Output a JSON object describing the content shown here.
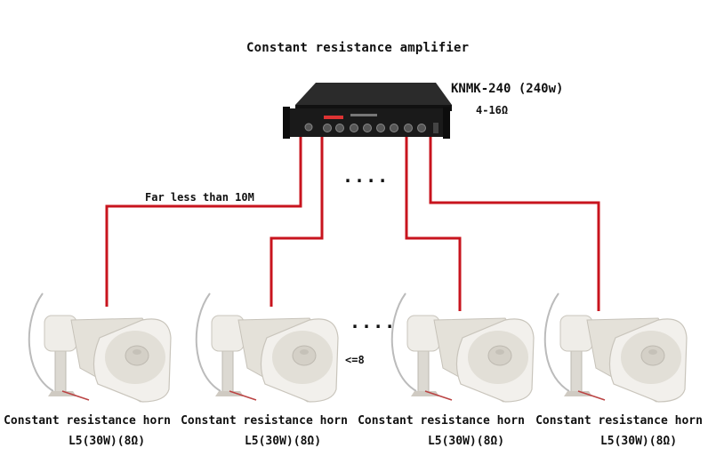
{
  "title": "Constant resistance amplifier",
  "amplifier": {
    "model": "KNMK-240 (240w)",
    "impedance": "4-16Ω"
  },
  "distance_note": "Far less than 10M",
  "ellipsis_top": "....",
  "ellipsis_mid": "....",
  "count_note": "<=8",
  "horns": [
    {
      "label": "Constant resistance horn",
      "spec": "L5(30W)(8Ω)"
    },
    {
      "label": "Constant resistance horn",
      "spec": "L5(30W)(8Ω)"
    },
    {
      "label": "Constant resistance horn",
      "spec": "L5(30W)(8Ω)"
    },
    {
      "label": "Constant resistance horn",
      "spec": "L5(30W)(8Ω)"
    }
  ],
  "colors": {
    "wire": "#c8141e",
    "amplifier_body": "#1a1a1a",
    "horn_body": "#e9e6df"
  }
}
